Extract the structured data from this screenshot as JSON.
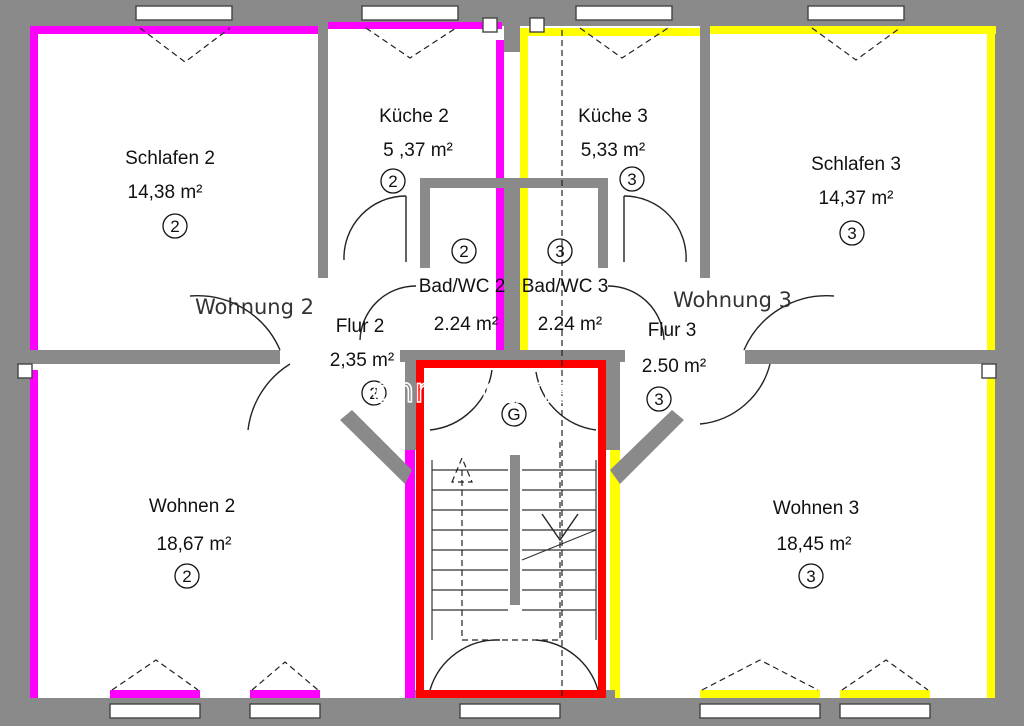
{
  "rooms": [
    {
      "id": "schlafen2",
      "name": "Schlafen 2",
      "area": "14,38",
      "unit": "m²",
      "apt": "2"
    },
    {
      "id": "kueche2",
      "name": "Küche 2",
      "area": "5 ,37",
      "unit": "m²",
      "apt": "2"
    },
    {
      "id": "kueche3",
      "name": "Küche 3",
      "area": "5,33",
      "unit": "m²",
      "apt": "3"
    },
    {
      "id": "schlafen3",
      "name": "Schlafen 3",
      "area": "14,37",
      "unit": "m²",
      "apt": "3"
    },
    {
      "id": "bad2",
      "name": "Bad/WC 2",
      "area": "2.24",
      "unit": "m²",
      "apt": "2"
    },
    {
      "id": "bad3",
      "name": "Bad/WC 3",
      "area": "2.24",
      "unit": "m²",
      "apt": "3"
    },
    {
      "id": "flur2",
      "name": "Flur 2",
      "area": "2,35",
      "unit": "m²",
      "apt": "2"
    },
    {
      "id": "flur3",
      "name": "Flur 3",
      "area": "2.50",
      "unit": "m²",
      "apt": "3"
    },
    {
      "id": "wohnen2",
      "name": "Wohnen 2",
      "area": "18,67",
      "unit": "m²",
      "apt": "2"
    },
    {
      "id": "wohnen3",
      "name": "Wohnen 3",
      "area": "18,45",
      "unit": "m²",
      "apt": "3"
    }
  ],
  "apartments": {
    "w2": "Wohnung 2",
    "w3": "Wohnung 3"
  },
  "stairwell": {
    "marker": "G"
  },
  "watermark": "ohne-makler",
  "colors": {
    "wall": "#8a8a8a",
    "apartment2": "#ff00ff",
    "apartment3": "#ffff00",
    "stairwell": "#ff0000"
  }
}
